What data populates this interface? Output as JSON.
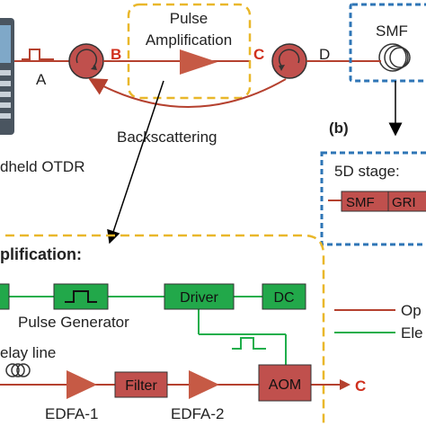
{
  "top": {
    "device_label": "dheld OTDR",
    "port_a": "A",
    "port_b": "B",
    "port_c": "C",
    "port_d": "D",
    "box_title_line1": "Pulse",
    "box_title_line2": "Amplification",
    "backscatter_label": "Backscattering"
  },
  "panel_b": {
    "tag": "(b)",
    "fiber_box_label": "SMF",
    "stage_label": "5D stage:",
    "smf_segment": "SMF",
    "grating_segment": "GRI"
  },
  "detail": {
    "title": "plification:",
    "pulse_generator": "Pulse Generator",
    "driver": "Driver",
    "dc": "DC",
    "delay_line": "elay line",
    "filter": "Filter",
    "edfa1": "EDFA-1",
    "edfa2": "EDFA-2",
    "aom": "AOM",
    "output_c": "C"
  },
  "legend": {
    "optical": "Op",
    "electrical": "Ele"
  },
  "colors": {
    "optical_line": "#b5412f",
    "circulator_fill": "#c0504d",
    "amplifier_fill": "#c65a45",
    "electrical_line": "#1fae4b",
    "module_fill": "#22a84a",
    "dashed_yellow": "#e9b72a",
    "dashed_blue": "#2e75b6",
    "text_red": "#d0301e"
  }
}
